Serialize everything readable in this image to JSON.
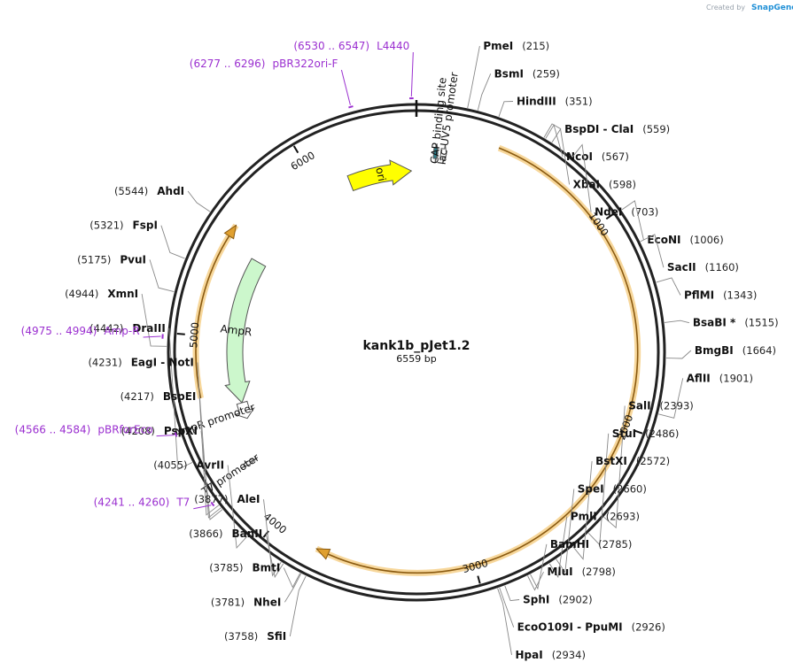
{
  "credit": {
    "text": "Created by",
    "brand": "SnapGene"
  },
  "plasmid": {
    "name": "kank1b_pJet1.2",
    "size_label": "6559 bp",
    "length": 6559
  },
  "ticks": [
    {
      "pos": 1000,
      "label": "1000"
    },
    {
      "pos": 2000,
      "label": "2000"
    },
    {
      "pos": 3000,
      "label": "3000"
    },
    {
      "pos": 4000,
      "label": "4000"
    },
    {
      "pos": 5000,
      "label": "5000"
    },
    {
      "pos": 6000,
      "label": "6000"
    }
  ],
  "features": [
    {
      "name": "ori",
      "label": "ori",
      "start": 6170,
      "end": 6530,
      "color": "#ffff00",
      "dir": 1,
      "track": "inner",
      "labelInside": true
    },
    {
      "name": "AmpR",
      "label": "AmpR",
      "start": 4625,
      "end": 5460,
      "color": "#ccf7cc",
      "dir": -1,
      "track": "inner",
      "labelInside": true
    },
    {
      "name": "AmpR-promoter",
      "label": "AmpR promoter",
      "start": 4530,
      "end": 4625,
      "color": "#ffffff",
      "dir": -1,
      "track": "inner",
      "labelInside": false
    },
    {
      "name": "CAP-binding-site",
      "label": "CAP binding site",
      "start": 90,
      "end": 112,
      "color": "#2e7d8a",
      "dir": 1,
      "track": "small",
      "labelInside": false
    },
    {
      "name": "lac-UV5-promoter",
      "label": "lac UV5 promoter",
      "start": 127,
      "end": 157,
      "color": "#ffffff",
      "dir": 1,
      "track": "small",
      "labelInside": false
    },
    {
      "name": "T7-promoter",
      "label": "T7 promoter",
      "start": 4300,
      "end": 4319,
      "color": "#ffffff",
      "dir": -1,
      "track": "small",
      "labelInside": false
    }
  ],
  "orfs": [
    {
      "start": 400,
      "end": 3770,
      "dir": 1
    },
    {
      "start": 4700,
      "end": 5560,
      "dir": 1
    }
  ],
  "enzymes_right": [
    {
      "name": "PmeI",
      "pos_label": "(215)",
      "site": 215
    },
    {
      "name": "BsmI",
      "pos_label": "(259)",
      "site": 259
    },
    {
      "name": "HindIII",
      "pos_label": "(351)",
      "site": 351
    },
    {
      "name": "BspDI - ClaI",
      "pos_label": "(559)",
      "site": 559
    },
    {
      "name": "NcoI",
      "pos_label": "(567)",
      "site": 567
    },
    {
      "name": "XbaI",
      "pos_label": "(598)",
      "site": 598
    },
    {
      "name": "NdeI",
      "pos_label": "(703)",
      "site": 703
    },
    {
      "name": "EcoNI",
      "pos_label": "(1006)",
      "site": 1006
    },
    {
      "name": "SacII",
      "pos_label": "(1160)",
      "site": 1160
    },
    {
      "name": "PflMI",
      "pos_label": "(1343)",
      "site": 1343
    },
    {
      "name": "BsaBI *",
      "pos_label": "(1515)",
      "site": 1515
    },
    {
      "name": "BmgBI",
      "pos_label": "(1664)",
      "site": 1664
    },
    {
      "name": "AflII",
      "pos_label": "(1901)",
      "site": 1901
    },
    {
      "name": "SalI",
      "pos_label": "(2393)",
      "site": 2393
    },
    {
      "name": "StuI",
      "pos_label": "(2486)",
      "site": 2486
    },
    {
      "name": "BstXI",
      "pos_label": "(2572)",
      "site": 2572
    },
    {
      "name": "SpeI",
      "pos_label": "(2660)",
      "site": 2660
    },
    {
      "name": "PmlI",
      "pos_label": "(2693)",
      "site": 2693
    },
    {
      "name": "BamHI",
      "pos_label": "(2785)",
      "site": 2785
    },
    {
      "name": "MluI",
      "pos_label": "(2798)",
      "site": 2798
    },
    {
      "name": "SphI",
      "pos_label": "(2902)",
      "site": 2902
    },
    {
      "name": "EcoO109I - PpuMI",
      "pos_label": "(2926)",
      "site": 2926
    },
    {
      "name": "HpaI",
      "pos_label": "(2934)",
      "site": 2934
    }
  ],
  "enzymes_left": [
    {
      "name": "SfiI",
      "pos_label": "(3758)",
      "site": 3758
    },
    {
      "name": "NheI",
      "pos_label": "(3781)",
      "site": 3781
    },
    {
      "name": "BmtI",
      "pos_label": "(3785)",
      "site": 3785
    },
    {
      "name": "BanII",
      "pos_label": "(3866)",
      "site": 3866
    },
    {
      "name": "AleI",
      "pos_label": "(3877)",
      "site": 3877
    },
    {
      "name": "AvrII",
      "pos_label": "(4055)",
      "site": 4055
    },
    {
      "name": "PspXI",
      "pos_label": "(4208)",
      "site": 4208
    },
    {
      "name": "BspEI",
      "pos_label": "(4217)",
      "site": 4217
    },
    {
      "name": "EagI - NotI",
      "pos_label": "(4231)",
      "site": 4231
    },
    {
      "name": "DraIII",
      "pos_label": "(4442)",
      "site": 4442
    },
    {
      "name": "XmnI",
      "pos_label": "(4944)",
      "site": 4944
    },
    {
      "name": "PvuI",
      "pos_label": "(5175)",
      "site": 5175
    },
    {
      "name": "FspI",
      "pos_label": "(5321)",
      "site": 5321
    },
    {
      "name": "AhdI",
      "pos_label": "(5544)",
      "site": 5544
    }
  ],
  "primers": [
    {
      "name": "L4440",
      "range_label": "(6530 .. 6547)",
      "start": 6530,
      "end": 6547
    },
    {
      "name": "pBR322ori-F",
      "range_label": "(6277 .. 6296)",
      "start": 6277,
      "end": 6296
    },
    {
      "name": "Amp-R",
      "range_label": "(4975 .. 4994)",
      "start": 4975,
      "end": 4994
    },
    {
      "name": "pBRforEco",
      "range_label": "(4566 .. 4584)",
      "start": 4566,
      "end": 4584
    },
    {
      "name": "T7",
      "range_label": "(4241 .. 4260)",
      "start": 4241,
      "end": 4260
    }
  ]
}
